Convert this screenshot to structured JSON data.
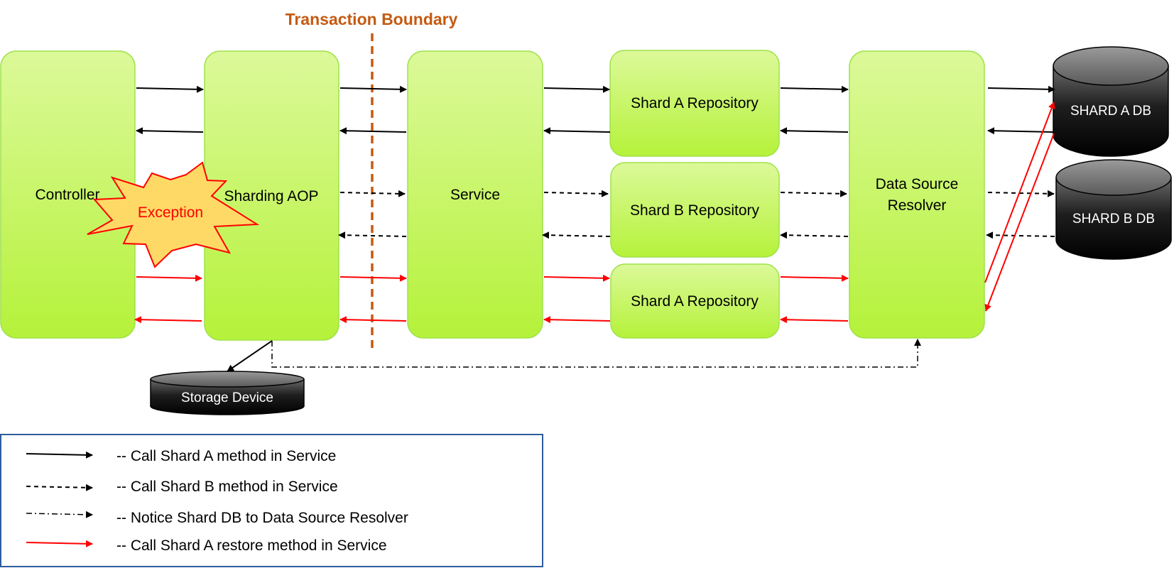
{
  "title": "Transaction Boundary",
  "colors": {
    "boundary": "#c55a11",
    "box_top": "#dcf99a",
    "box_bottom": "#b5f23a",
    "box_stroke": "#9ee24a",
    "exception_fill": "#ffd966",
    "exception_stroke": "#ff0000",
    "exception_text": "#ff0000",
    "legend_border": "#2e5c9e",
    "red_arrow": "#ff0000",
    "black_arrow": "#000000"
  },
  "boxes": {
    "controller": "Controller",
    "sharding_aop": "Sharding AOP",
    "service": "Service",
    "shard_a_repository_top": "Shard A Repository",
    "shard_b_repository": "Shard B Repository",
    "shard_a_repository_bottom": "Shard A Repository",
    "data_source_resolver_line1": "Data Source",
    "data_source_resolver_line2": "Resolver"
  },
  "exception": "Exception",
  "databases": {
    "shard_a_db": "SHARD A DB",
    "shard_b_db": "SHARD B DB",
    "storage_device": "Storage Device"
  },
  "legend": [
    {
      "style": "solid",
      "color": "black",
      "text": "-- Call Shard A method in Service"
    },
    {
      "style": "dashed",
      "color": "black",
      "text": "-- Call Shard B method in Service"
    },
    {
      "style": "dashdot",
      "color": "black",
      "text": "-- Notice Shard DB to Data Source Resolver"
    },
    {
      "style": "solid",
      "color": "red",
      "text": "-- Call Shard A restore method in Service"
    }
  ]
}
